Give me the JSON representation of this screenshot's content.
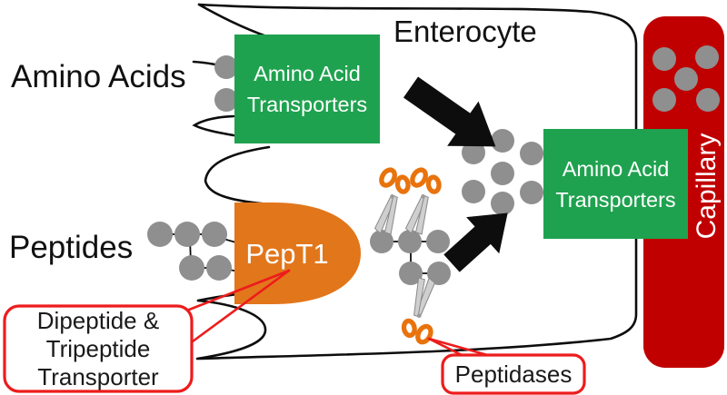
{
  "title": "Enterocyte",
  "labels": {
    "amino_acids": "Amino Acids",
    "peptides": "Peptides"
  },
  "transporter_box_top": {
    "line1": "Amino Acid",
    "line2": "Transporters"
  },
  "transporter_box_right": {
    "line1": "Amino Acid",
    "line2": "Transporters"
  },
  "pept1": {
    "label": "PepT1"
  },
  "capillary": {
    "label": "Capillary"
  },
  "callouts": {
    "dipeptide": {
      "line1": "Dipeptide &",
      "line2": "Tripeptide",
      "line3": "Transporter"
    },
    "peptidases": {
      "label": "Peptidases"
    }
  },
  "icons": {
    "scissors": "scissors-icon (peptidase enzymes)",
    "arrow": "block-arrow-icon (flow of amino acids)",
    "circle": "amino-acid-circle"
  },
  "colors": {
    "green": "#1FA24F",
    "orange": "#E2761B",
    "red": "#C00000",
    "callout": "#ED1C1C",
    "gray": "#8F8F8F",
    "ink": "#0d0d0d",
    "scissor": "#E8730D"
  }
}
